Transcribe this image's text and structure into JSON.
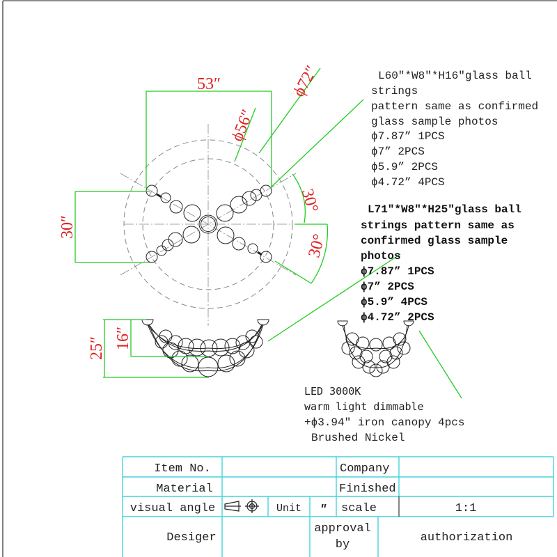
{
  "top_view": {
    "dims": {
      "width": "53″",
      "height": "30″",
      "outer_diameter": "ϕ72″",
      "inner_diameter": "ϕ56″",
      "angle_upper": "30°",
      "angle_lower": "30°"
    }
  },
  "side_view": {
    "dims": {
      "total_height": "25″",
      "inner_height": "16″"
    }
  },
  "note_inner": {
    "lines": [
      "L60″*W8″*H16″glass ball",
      "strings",
      "pattern same as confirmed",
      "glass sample photos",
      "ϕ7.87” 1PCS",
      "ϕ7”  2PCS",
      "ϕ5.9”  2PCS",
      "ϕ4.72”  4PCS"
    ]
  },
  "note_outer": {
    "lines": [
      "L71″*W8″*H25″glass ball",
      "strings pattern same as",
      "confirmed glass sample",
      "photos",
      "ϕ7.87”  1PCS",
      "ϕ7”  2PCS",
      "ϕ5.9”  4PCS",
      "ϕ4.72”  2PCS"
    ]
  },
  "note_led": {
    "lines": [
      "LED 3000K",
      "warm light dimmable",
      "+ϕ3.94″ iron canopy 4pcs",
      "Brushed Nickel"
    ]
  },
  "title_block": {
    "item_no_label": "Item No.",
    "item_no_value": "",
    "company_label": "Company",
    "company_value": "",
    "material_label": "Material",
    "material_value": "",
    "finished_label": "Finished",
    "finished_value": "",
    "visual_angle_label": "visual angle",
    "unit_label": "Unit",
    "unit_value": "″",
    "scale_label": "scale",
    "scale_value": "1:1",
    "designer_label": "Desiger",
    "approval_label_1": "approval",
    "approval_label_2": "by",
    "authorization_label": "authorization"
  },
  "colors": {
    "dimension": "#22cc22",
    "dimension_text": "#e02020",
    "table_lines": "#44d4dc"
  }
}
